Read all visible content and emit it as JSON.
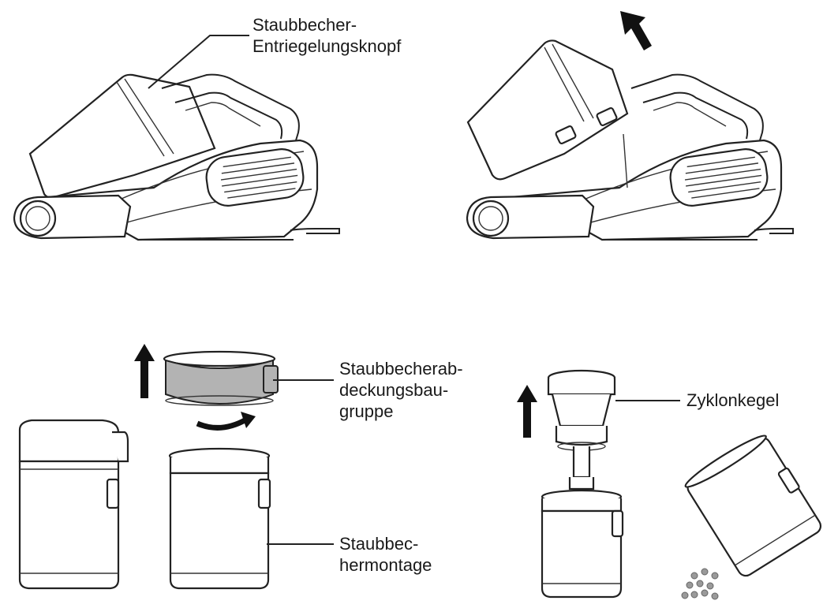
{
  "labels": {
    "release_button": [
      "Staubbecher-",
      "Entriegelungsknopf"
    ],
    "cover_assembly": [
      "Staubbecherab-",
      "deckungsbau-",
      "gruppe"
    ],
    "cup_assembly": [
      "Staubbec-",
      "hermontage"
    ],
    "cyclone_cone": [
      "Zyklonkegel"
    ]
  },
  "colors": {
    "line": "#222222",
    "cover_fill": "#b3b3b3",
    "debris": "#9a9a9a",
    "arrow": "#111111"
  }
}
